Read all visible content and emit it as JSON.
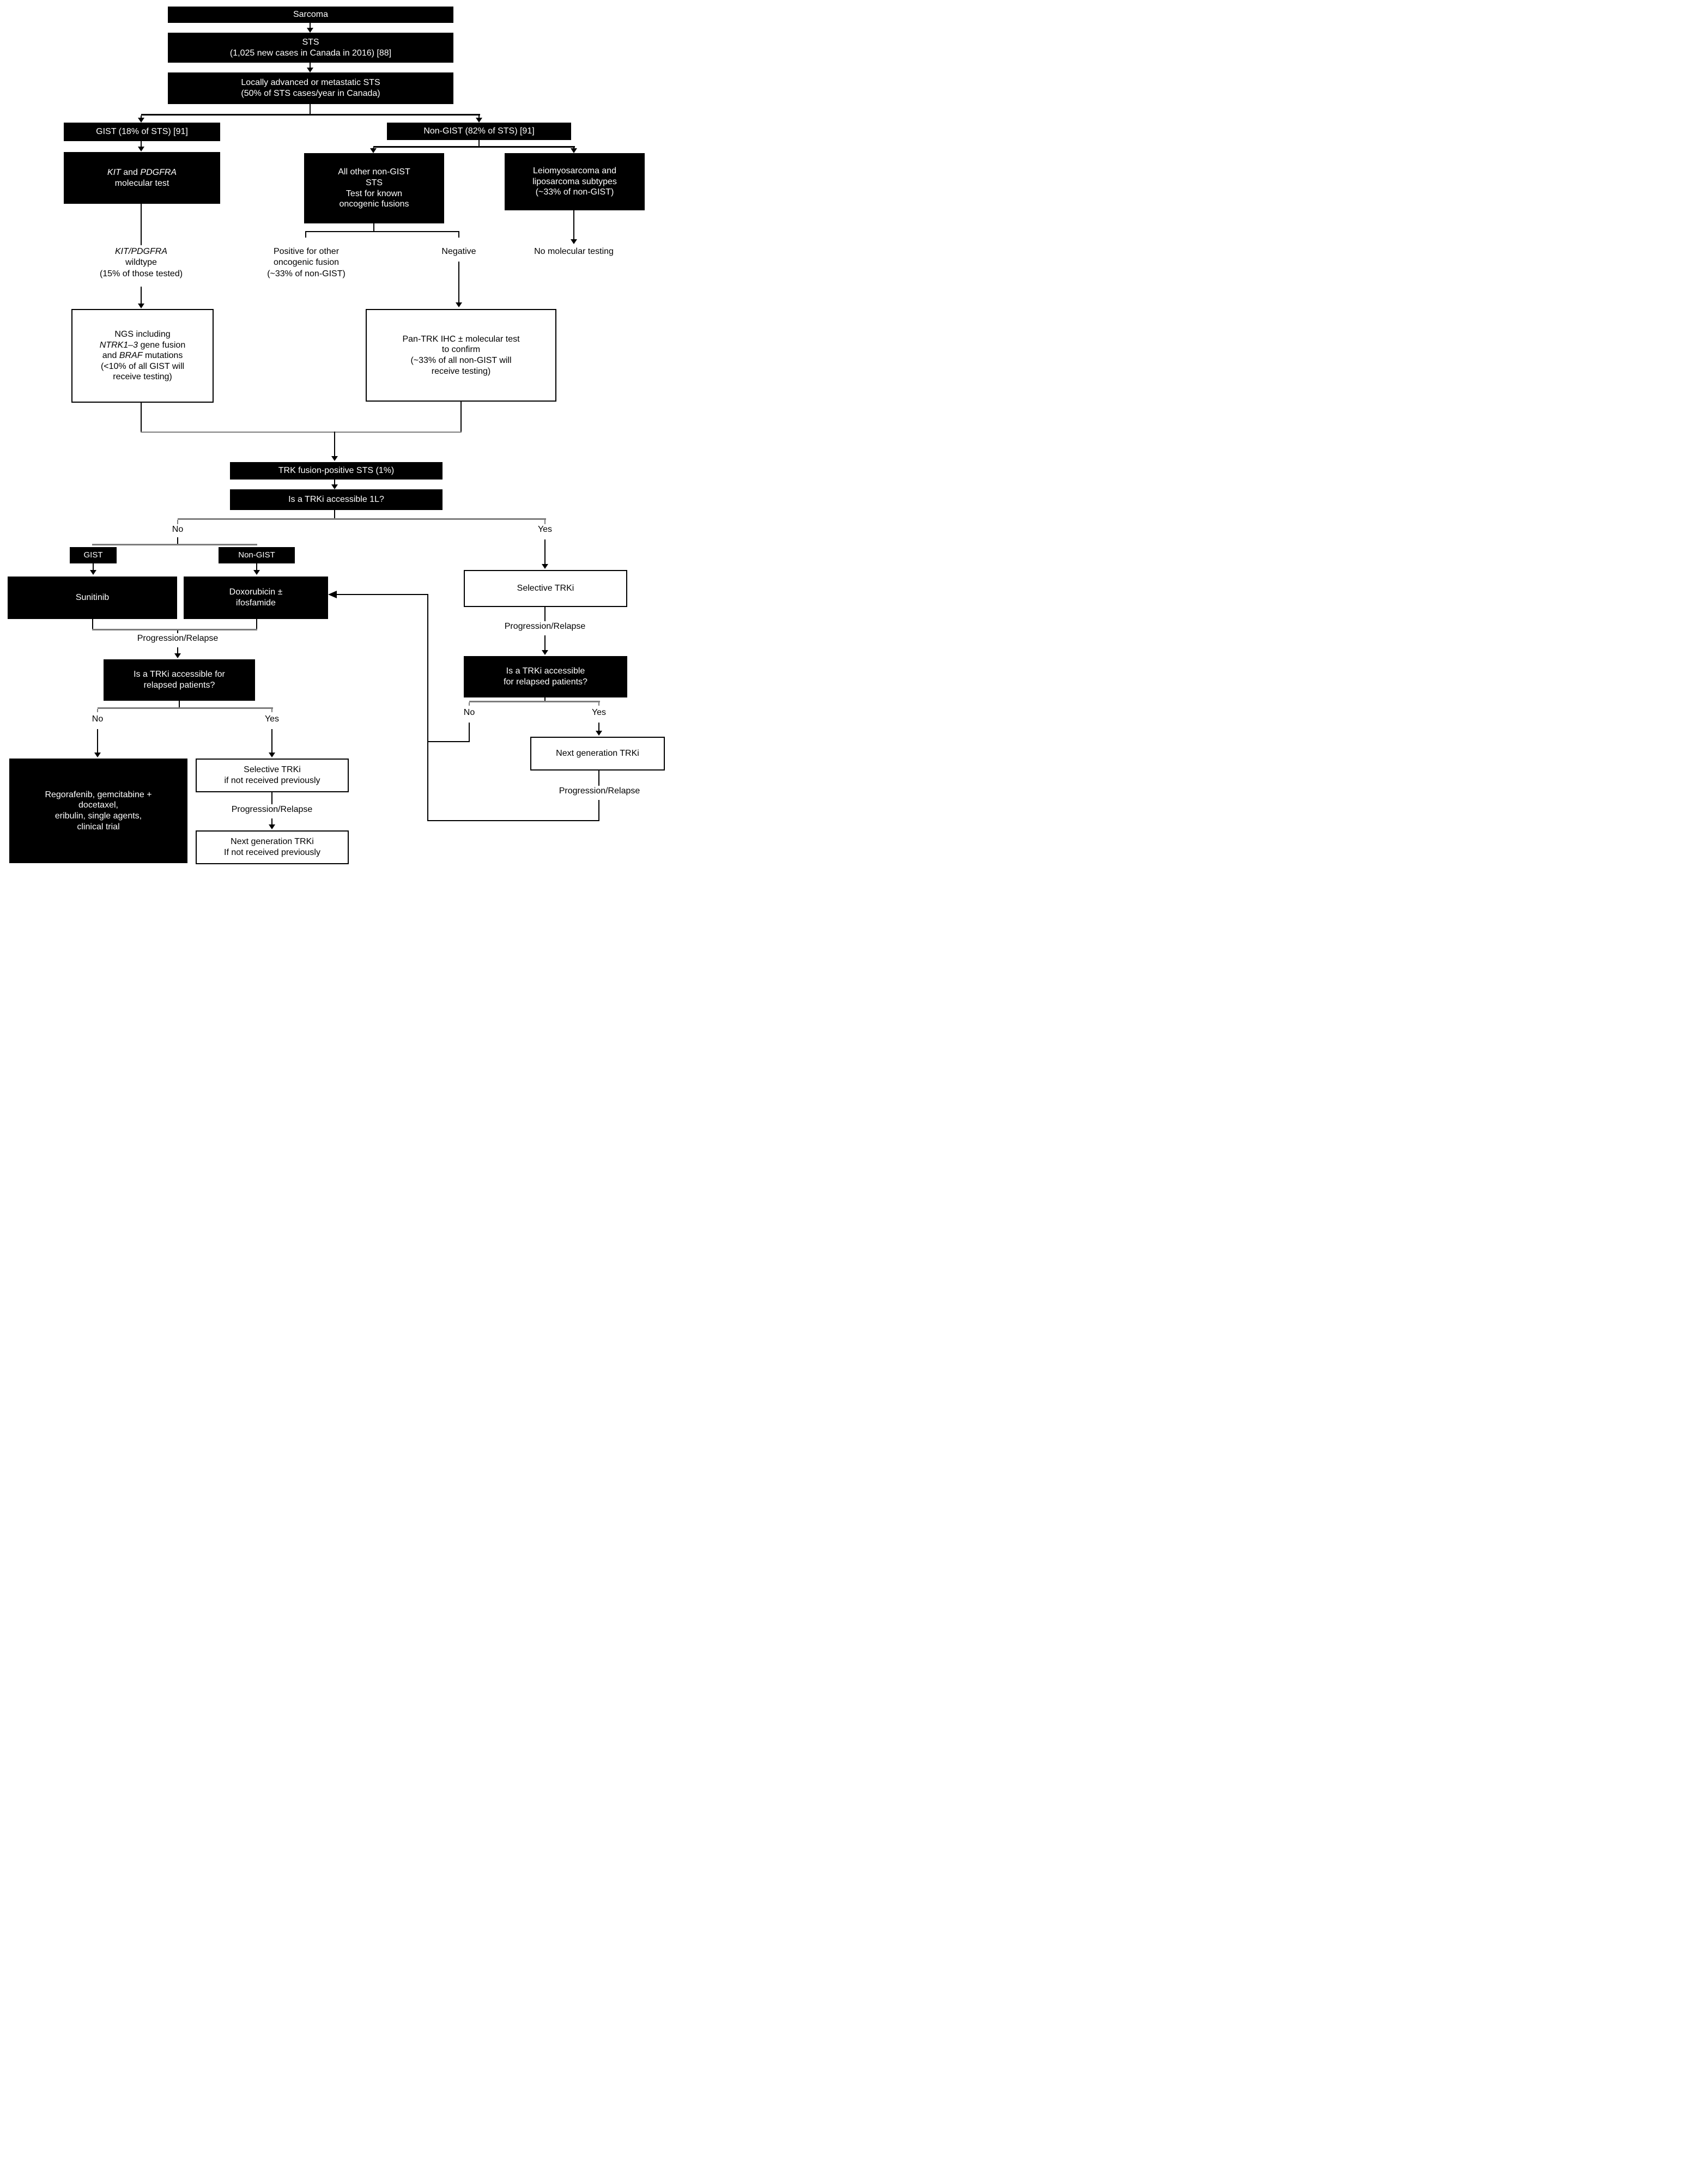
{
  "colors": {
    "box_dark": "#000000",
    "box_dark_text": "#ffffff",
    "box_light": "#ffffff",
    "box_light_border": "#000000",
    "line": "#000000",
    "split_line": "#7d7d7d"
  },
  "labels": {
    "no": "No",
    "yes": "Yes",
    "progression_relapse": "Progression/Relapse"
  },
  "nodes": {
    "sarcoma": {
      "label": "Sarcoma"
    },
    "sts": {
      "line1": "STS",
      "line2": "(1,025 new cases in Canada in 2016) [88]"
    },
    "locally": {
      "line1": "Locally advanced or metastatic STS",
      "line2": "(50% of STS cases/year in Canada)"
    },
    "gist": {
      "label": "GIST (18% of STS) [91]"
    },
    "nongist": {
      "label": "Non-GIST (82% of STS) [91]"
    },
    "kit_test": {
      "gene1": "KIT",
      "mid": " and ",
      "gene2": "PDGFRA",
      "line2": "molecular test"
    },
    "all_other": {
      "line1": "All other non-GIST",
      "line2": "STS",
      "line3": "Test for known",
      "line4": "oncogenic fusions"
    },
    "leio": {
      "line1": "Leiomyosarcoma and",
      "line2": "liposarcoma subtypes",
      "line3": "(~33% of non-GIST)"
    },
    "wildtype": {
      "gene": "KIT/PDGFRA",
      "line2": "wildtype",
      "line3": "(15% of those tested)"
    },
    "positive": {
      "line1": "Positive for other",
      "line2": "oncogenic fusion",
      "line3": "(~33% of non-GIST)"
    },
    "negative": {
      "label": "Negative"
    },
    "no_molecular": {
      "label": "No molecular testing"
    },
    "ngs": {
      "line1": "NGS including",
      "gene1": "NTRK1–3",
      "line2b": " gene fusion",
      "line3a": "and ",
      "gene2": "BRAF",
      "line3b": " mutations",
      "line4": "(<10% of all GIST will",
      "line5": "receive testing)"
    },
    "pantrk": {
      "line1": "Pan-TRK IHC ± molecular test",
      "line2": "to confirm",
      "line3": "(~33% of all non-GIST will",
      "line4": "receive testing)"
    },
    "trk_pos": {
      "label": "TRK fusion-positive STS (1%)"
    },
    "q_1l": {
      "label": "Is a TRKi accessible 1L?"
    },
    "gist2": {
      "label": "GIST"
    },
    "nongist2": {
      "label": "Non-GIST"
    },
    "sunitinib": {
      "label": "Sunitinib"
    },
    "doxo": {
      "line1": "Doxorubicin ±",
      "line2": "ifosfamide"
    },
    "q_relapse_left": {
      "line1": "Is a TRKi accessible for",
      "line2": "relapsed patients?"
    },
    "q_relapse_right": {
      "line1": "Is a TRKi accessible",
      "line2": "for relapsed patients?"
    },
    "regorafenib": {
      "line1": "Regorafenib, gemcitabine +",
      "line2": "docetaxel,",
      "line3": "eribulin, single agents,",
      "line4": "clinical trial"
    },
    "sel_trki": {
      "label": "Selective TRKi"
    },
    "sel_trki2": {
      "line1": "Selective TRKi",
      "line2": "if not received previously"
    },
    "nextgen1": {
      "label": "Next generation TRKi"
    },
    "nextgen2": {
      "line1": "Next generation TRKi",
      "line2": "If not received previously"
    }
  }
}
